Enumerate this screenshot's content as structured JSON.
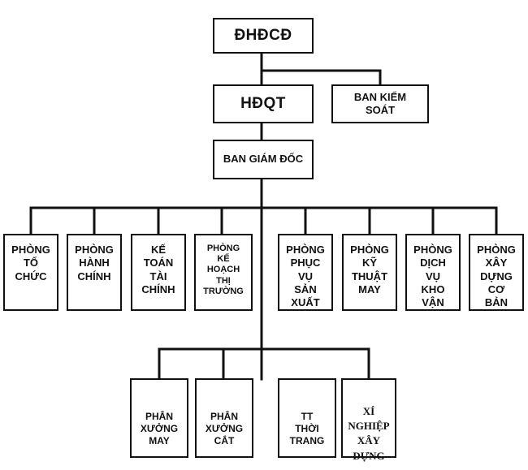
{
  "org": {
    "shareholders": "ĐHĐCĐ",
    "board": "HĐQT",
    "supervisory": "BAN KIỂM\nSOÁT",
    "management": "BAN GIÁM ĐỐC",
    "departments": [
      "PHÒNG\nTỔ\nCHỨC",
      "PHÒNG\nHÀNH\nCHÍNH",
      "KẾ\nTOÁN\nTÀI\nCHÍNH",
      "PHÒNG\nKẾ\nHOẠCH\nTHỊ\nTRƯỜNG",
      "PHÒNG\nPHỤC\nVỤ\nSẢN\nXUẤT",
      "PHÒNG\nKỸ\nTHUẬT\nMAY",
      "PHÒNG\nDỊCH\nVỤ\nKHO\nVẬN",
      "PHÒNG\nXÂY\nDỰNG\nCƠ\nBẢN"
    ],
    "units": [
      "PHÂN\nXƯỞNG\nMAY",
      "PHÂN\nXƯỞNG\nCẮT",
      "TT\nTHỜI\nTRANG",
      "XÍ\nNGHIỆP\nXÂY\nDỰNG"
    ]
  }
}
